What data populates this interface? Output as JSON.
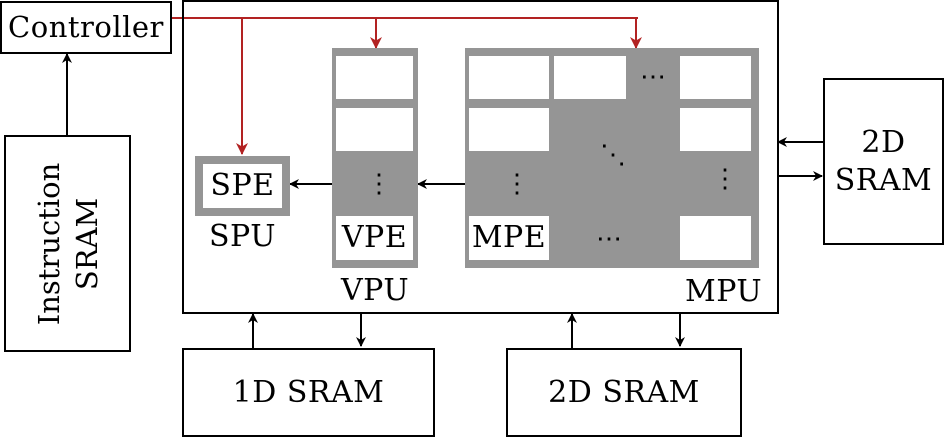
{
  "controller": {
    "label": "Controller"
  },
  "instruction_sram": {
    "line1": "Instruction",
    "line2": "SRAM"
  },
  "sram_2d_right": {
    "line1": "2D",
    "line2": "SRAM"
  },
  "sram_1d_bottom": {
    "label": "1D SRAM"
  },
  "sram_2d_bottom": {
    "label": "2D SRAM"
  },
  "spu": {
    "unit_label": "SPU",
    "pe_label": "SPE"
  },
  "vpu": {
    "unit_label": "VPU",
    "pe_label": "VPE",
    "ellipsis": "⋮"
  },
  "mpu": {
    "unit_label": "MPU",
    "pe_label": "MPE",
    "h_ellipsis": "⋯",
    "d_ellipsis": "⋱",
    "v_ellipsis": "⋮"
  },
  "colors": {
    "control_wire": "#b22222",
    "data_wire": "#000000",
    "unit_fill": "#959595"
  }
}
